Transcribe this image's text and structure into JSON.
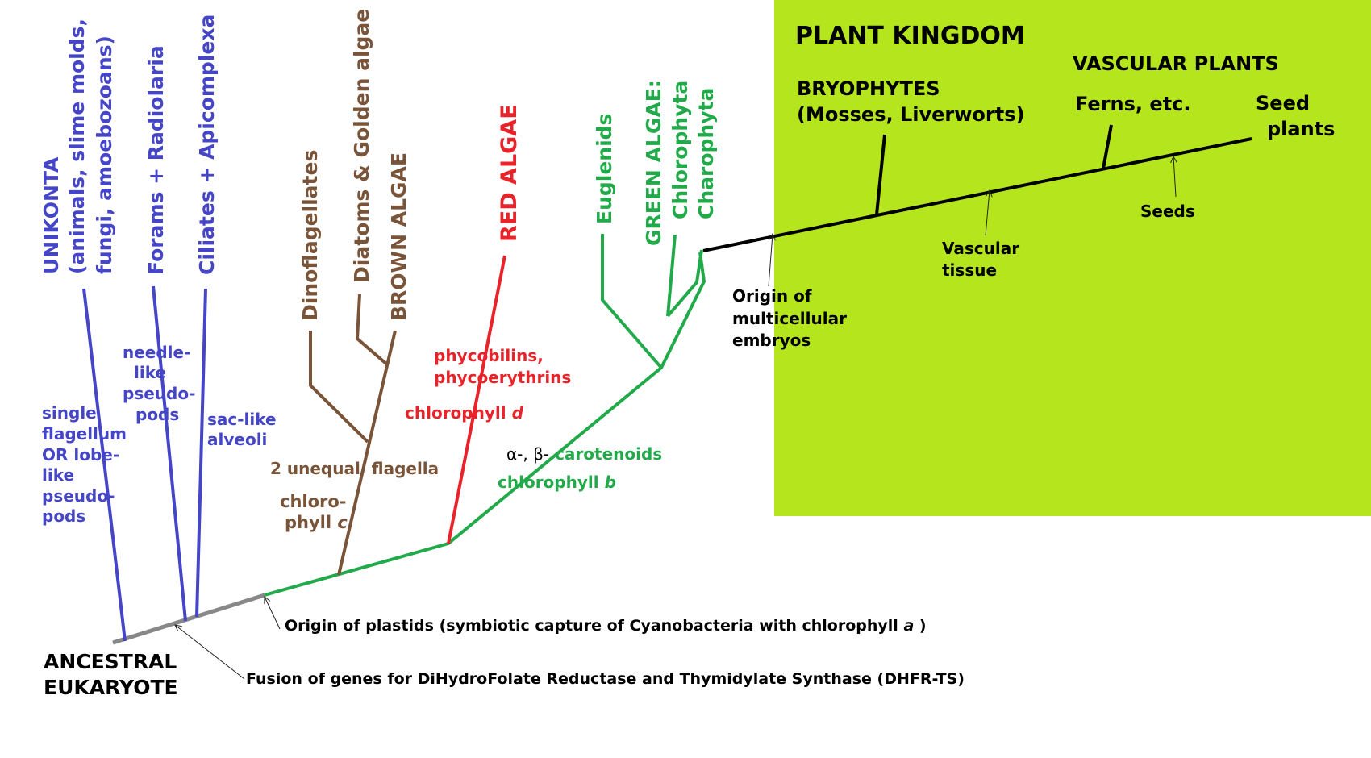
{
  "plant_kingdom": {
    "title": "PLANT KINGDOM",
    "vascular_plants": "VASCULAR PLANTS",
    "bryophytes": [
      "BRYOPHYTES",
      "(Mosses, Liverworts)"
    ],
    "ferns": "Ferns, etc.",
    "seed_plants": [
      "Seed",
      "plants"
    ],
    "seeds": "Seeds",
    "vascular_tissue": [
      "Vascular",
      "tissue"
    ],
    "origin_embryos": [
      "Origin of",
      "multicellular",
      "embryos"
    ],
    "background_color": "#b5e61d"
  },
  "taxa": {
    "unikonta": [
      "UNIKONTA",
      "(animals, slime molds,",
      "fungi, amoebozoans)"
    ],
    "forams": "Forams + Radiolaria",
    "ciliates": "Ciliates + Apicomplexa",
    "dinoflagellates": "Dinoflagellates",
    "diatoms": "Diatoms & Golden algae",
    "brown_algae": "BROWN ALGAE",
    "red_algae": "RED ALGAE",
    "euglenids": "Euglenids",
    "green_algae": "GREEN ALGAE:",
    "chlorophyta": "Chlorophyta",
    "charophyta": "Charophyta"
  },
  "traits": {
    "unikonta": [
      "single",
      "flagellum",
      "OR lobe-",
      "like",
      "pseudo-",
      "pods"
    ],
    "forams": [
      "needle-",
      "like",
      "pseudo-",
      "pods"
    ],
    "alveoli": [
      "sac-like",
      "alveoli"
    ],
    "flagella": "2 unequal  flagella",
    "chlorophyll_c": [
      "chloro-",
      "phyll",
      "c"
    ],
    "phycobilins": [
      "phycobilins,",
      "phycoerythrins"
    ],
    "chlorophyll_d": [
      "chlorophyll",
      "d"
    ],
    "carotenoids": [
      "α-, β-",
      "carotenoids"
    ],
    "chlorophyll_b": [
      "chlorophyll",
      "b"
    ]
  },
  "root": {
    "ancestral": [
      "ANCESTRAL",
      "EUKARYOTE"
    ],
    "origin_plastids": [
      "Origin of plastids (symbiotic capture of Cyanobacteria with chlorophyll",
      "a",
      ")"
    ],
    "dhfr": "Fusion of genes for DiHydroFolate Reductase and Thymidylate Synthase (DHFR-TS)"
  },
  "colors": {
    "unikonta_blue": "#4545c8",
    "chromalveolate_brown": "#7a5438",
    "red_algae": "#e8232a",
    "green_algae": "#22aa4a",
    "stem_gray": "#888888",
    "plant_black": "#000000"
  }
}
